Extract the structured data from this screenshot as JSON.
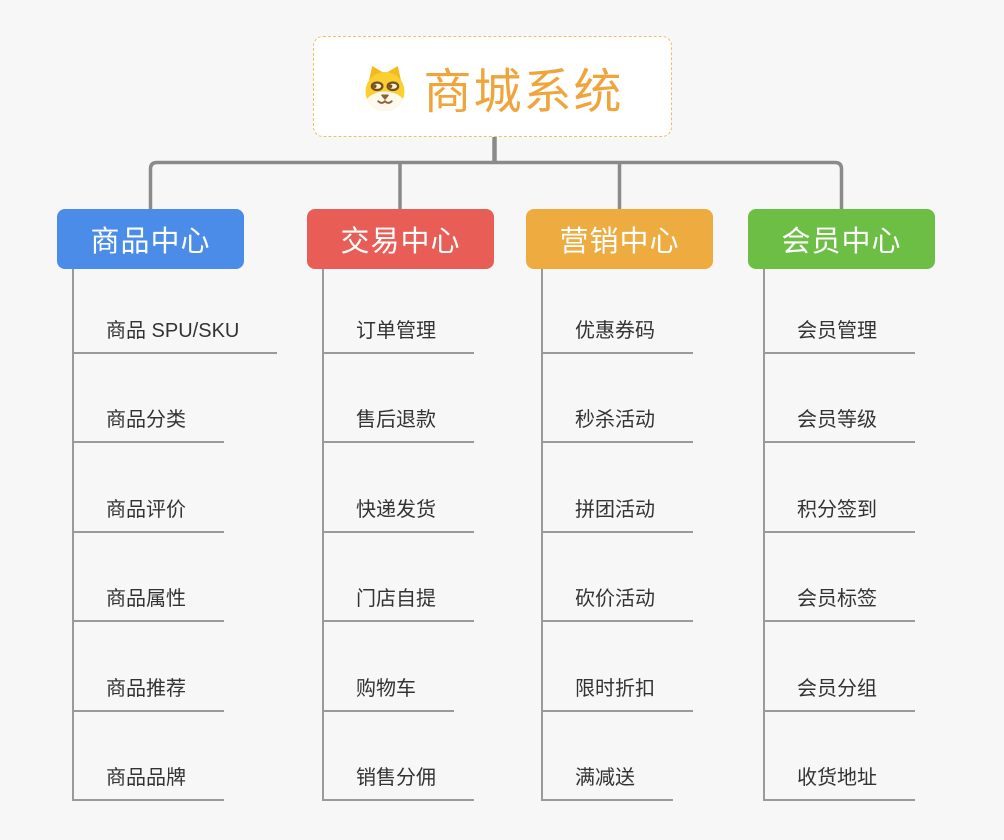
{
  "page": {
    "background_color": "#f7f7f7",
    "connector_color": "#8a8a8a",
    "leaf_line_color": "#9a9a9a",
    "leaf_text_color": "#333333"
  },
  "root": {
    "label": "商城系统",
    "icon": "dog-face-icon",
    "text_color": "#f0a43c",
    "border_color": "#f2bd68",
    "background_color": "#ffffff"
  },
  "branches": [
    {
      "label": "商品中心",
      "color": "#4a8ce8",
      "children": [
        "商品 SPU/SKU",
        "商品分类",
        "商品评价",
        "商品属性",
        "商品推荐",
        "商品品牌"
      ]
    },
    {
      "label": "交易中心",
      "color": "#e85d55",
      "children": [
        "订单管理",
        "售后退款",
        "快递发货",
        "门店自提",
        "购物车",
        "销售分佣"
      ]
    },
    {
      "label": "营销中心",
      "color": "#edab40",
      "children": [
        "优惠券码",
        "秒杀活动",
        "拼团活动",
        "砍价活动",
        "限时折扣",
        "满减送"
      ]
    },
    {
      "label": "会员中心",
      "color": "#6cbe45",
      "children": [
        "会员管理",
        "会员等级",
        "积分签到",
        "会员标签",
        "会员分组",
        "收货地址"
      ]
    }
  ]
}
